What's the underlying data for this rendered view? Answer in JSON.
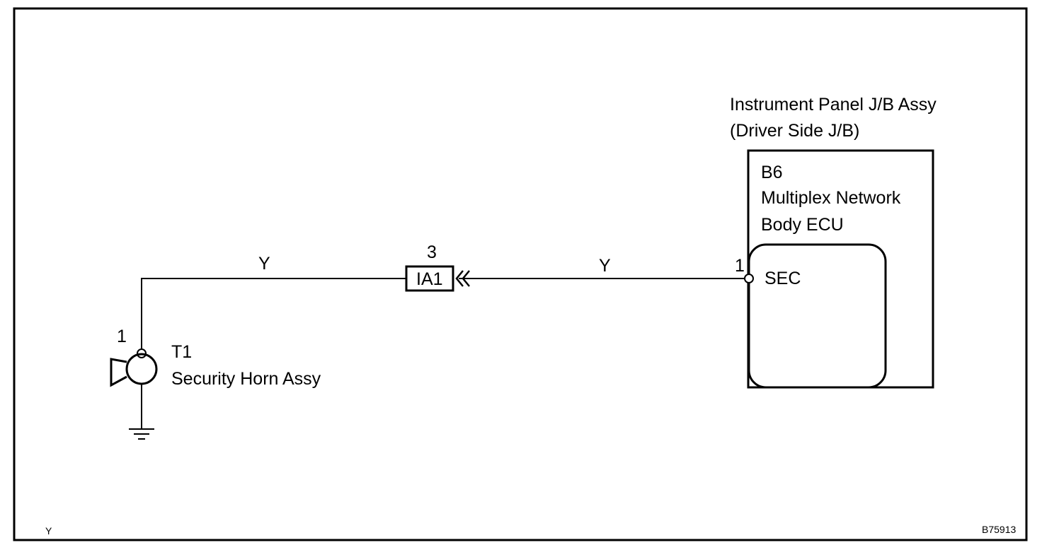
{
  "module": {
    "title_line1": "Instrument Panel J/B Assy",
    "title_line2": "(Driver Side J/B)",
    "code": "B6",
    "name_line1": "Multiplex  Network",
    "name_line2": "Body ECU",
    "terminal_label": "SEC",
    "pin": "1"
  },
  "connector": {
    "code": "IA1",
    "pin": "3"
  },
  "horn": {
    "code": "T1",
    "name": "Security Horn Assy",
    "pin": "1"
  },
  "wires": {
    "left_color": "Y",
    "right_color": "Y"
  },
  "footer": {
    "left_text": "Y",
    "figure_id": "B75913"
  }
}
